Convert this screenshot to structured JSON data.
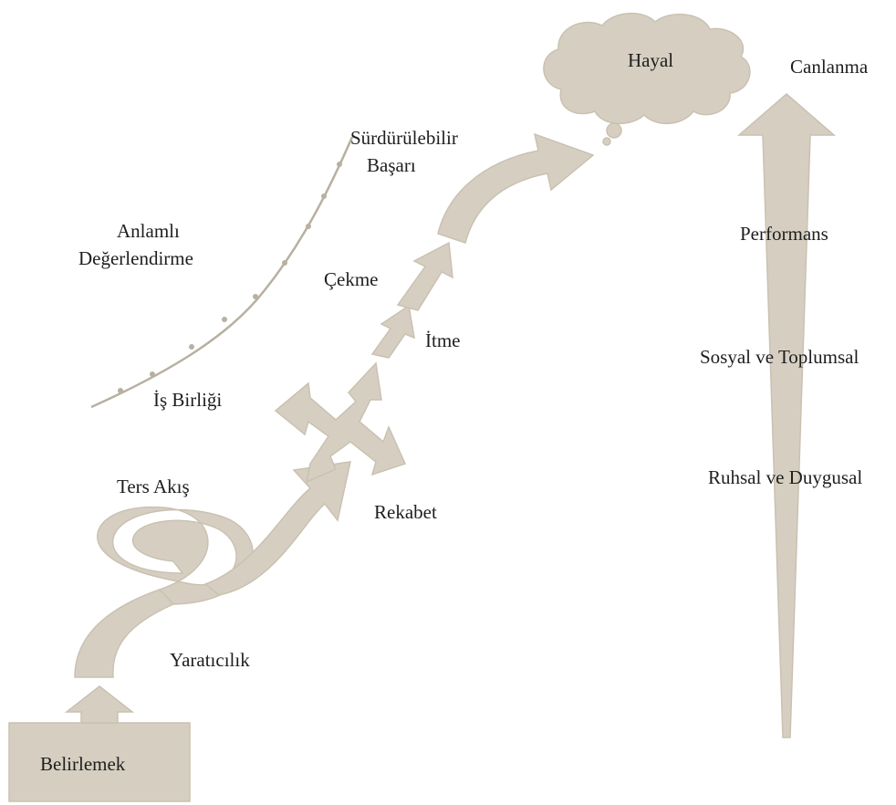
{
  "colors": {
    "shape_fill": "#d6cfc1",
    "shape_edge": "#c9c1b1",
    "text": "#1e1e1e"
  },
  "labels": {
    "hayal": "Hayal",
    "canlanma": "Canlanma",
    "surdurulebilir": "Sürdürülebilir",
    "basari": "Başarı",
    "anlamli": "Anlamlı",
    "degerlendirme": "Değerlendirme",
    "cekme": "Çekme",
    "itme": "İtme",
    "is_birligi": "İş Birliği",
    "ters_akis": "Ters Akış",
    "rekabet": "Rekabet",
    "yaraticilik": "Yaratıcılık",
    "belirlemek": "Belirlemek",
    "performans": "Performans",
    "sosyal": "Sosyal ve Toplumsal",
    "ruhsal": "Ruhsal ve Duygusal"
  }
}
